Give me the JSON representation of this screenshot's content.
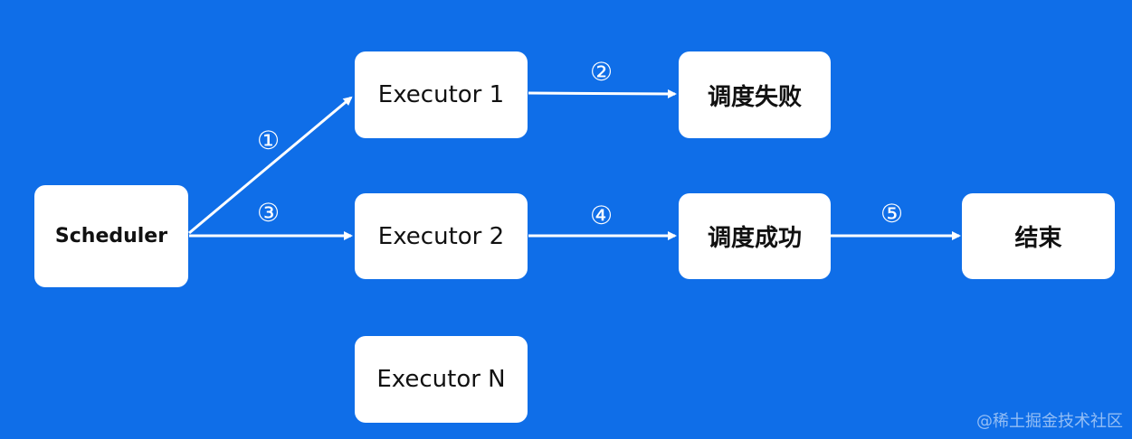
{
  "nodes": {
    "scheduler": "Scheduler",
    "executor_1": "Executor 1",
    "executor_2": "Executor 2",
    "executor_n": "Executor N",
    "schedule_failed": "调度失败",
    "schedule_success": "调度成功",
    "end": "结束"
  },
  "steps": {
    "s1": "①",
    "s2": "②",
    "s3": "③",
    "s4": "④",
    "s5": "⑤"
  },
  "watermark": "@稀土掘金技术社区",
  "colors": {
    "background": "#0f6ee8",
    "node_fill": "#ffffff",
    "arrow": "#ffffff"
  }
}
